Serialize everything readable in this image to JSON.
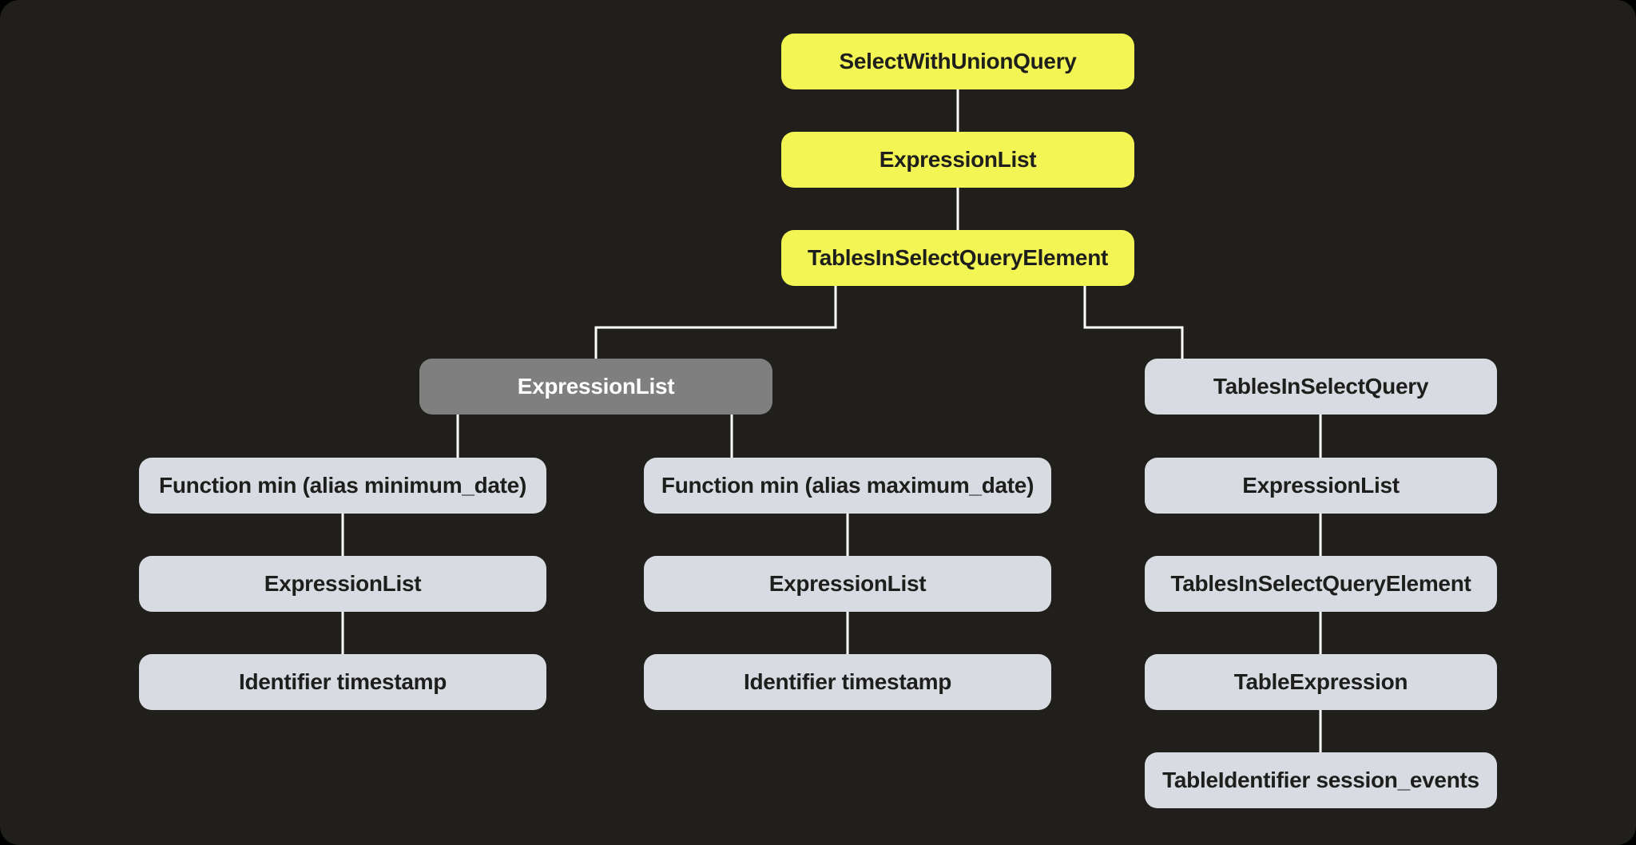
{
  "palette": {
    "panel_bg": "#201f1b",
    "highlight_fill": "#f3f554",
    "highlight_text": "#1e1e1c",
    "selected_fill": "#7f7f7f",
    "selected_text": "#ffffff",
    "default_fill": "#d8dbe1",
    "default_text": "#1e1e1c",
    "edge": "#ffffff"
  },
  "nodes": {
    "select_with_union_query": {
      "label": "SelectWithUnionQuery",
      "variant": "highlight"
    },
    "expression_list_top": {
      "label": "ExpressionList",
      "variant": "highlight"
    },
    "tables_in_select_query_element_top": {
      "label": "TablesInSelectQueryElement",
      "variant": "highlight"
    },
    "expression_list_selected": {
      "label": "ExpressionList",
      "variant": "selected"
    },
    "function_min_minimum_date": {
      "label": "Function min (alias minimum_date)",
      "variant": "default"
    },
    "expression_list_min": {
      "label": "ExpressionList",
      "variant": "default"
    },
    "identifier_timestamp_min": {
      "label": "Identifier timestamp",
      "variant": "default"
    },
    "function_min_maximum_date": {
      "label": "Function min (alias maximum_date)",
      "variant": "default"
    },
    "expression_list_max": {
      "label": "ExpressionList",
      "variant": "default"
    },
    "identifier_timestamp_max": {
      "label": "Identifier timestamp",
      "variant": "default"
    },
    "tables_in_select_query": {
      "label": "TablesInSelectQuery",
      "variant": "default"
    },
    "expression_list_tables": {
      "label": "ExpressionList",
      "variant": "default"
    },
    "tables_in_select_query_element_inner": {
      "label": "TablesInSelectQueryElement",
      "variant": "default"
    },
    "table_expression": {
      "label": "TableExpression",
      "variant": "default"
    },
    "table_identifier_session_events": {
      "label": "TableIdentifier session_events",
      "variant": "default"
    }
  },
  "edges": [
    [
      "select_with_union_query",
      "expression_list_top"
    ],
    [
      "expression_list_top",
      "tables_in_select_query_element_top"
    ],
    [
      "tables_in_select_query_element_top",
      "expression_list_selected"
    ],
    [
      "tables_in_select_query_element_top",
      "tables_in_select_query"
    ],
    [
      "expression_list_selected",
      "function_min_minimum_date"
    ],
    [
      "expression_list_selected",
      "function_min_maximum_date"
    ],
    [
      "function_min_minimum_date",
      "expression_list_min"
    ],
    [
      "expression_list_min",
      "identifier_timestamp_min"
    ],
    [
      "function_min_maximum_date",
      "expression_list_max"
    ],
    [
      "expression_list_max",
      "identifier_timestamp_max"
    ],
    [
      "tables_in_select_query",
      "expression_list_tables"
    ],
    [
      "expression_list_tables",
      "tables_in_select_query_element_inner"
    ],
    [
      "tables_in_select_query_element_inner",
      "table_expression"
    ],
    [
      "table_expression",
      "table_identifier_session_events"
    ]
  ]
}
